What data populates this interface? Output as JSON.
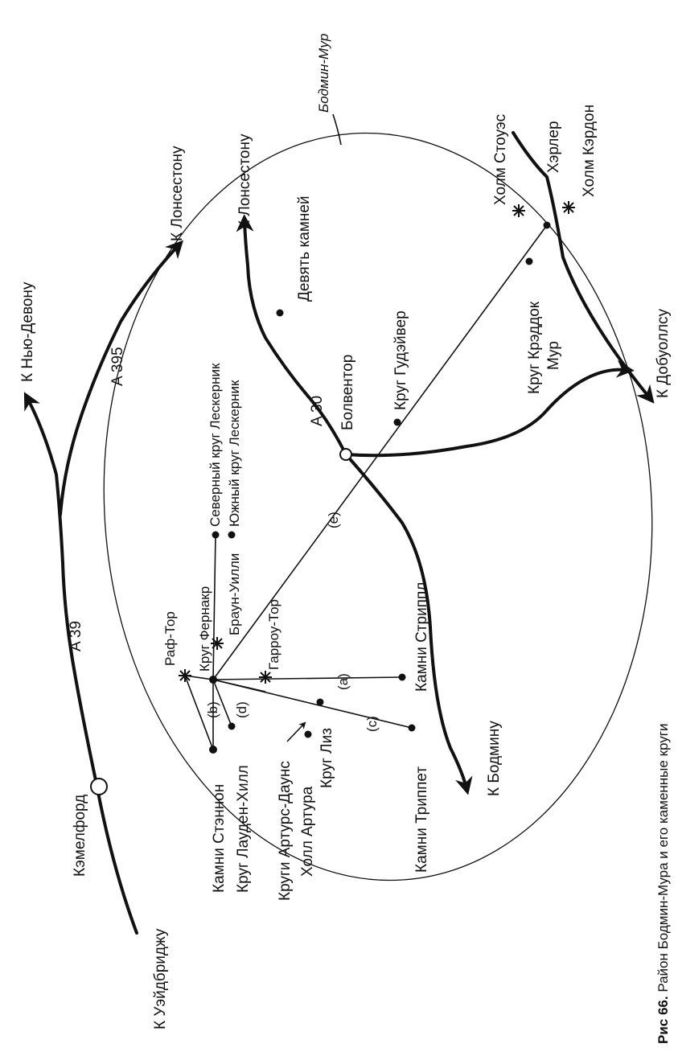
{
  "labels": {
    "bodmin_moor": "Бодмин-Мур",
    "to_launceston_top": "К Лонсестону",
    "to_launceston_mid": "К Лонсестону",
    "to_new_devon": "К Нью-Девону",
    "a395": "A 395",
    "a39": "A 39",
    "camelford": "Кэмелфорд",
    "to_wadebridge": "К Уэйдбриджу",
    "nine_stones": "Девять камней",
    "a30": "A 30",
    "bolventor": "Болвентор",
    "goodaver": "Круг Гудэйвер",
    "craddock_1": "Круг Крэддок",
    "craddock_2": "Мур",
    "stowes_hill": "Холм Стоуэс",
    "hurlers": "Хэрлер",
    "caradon_hill": "Холм Кэрдон",
    "to_dobwalls": "К Добуоллсу",
    "to_bodmin": "К Бодмину",
    "north_leskernick": "Северный круг Лескерник",
    "south_leskernick": "Южный круг Лескерник",
    "brown_willy": "Браун-Уилли",
    "fernacre": "Круг Фернакр",
    "rough_tor": "Раф-Тор",
    "garrow_tor": "Гарроу-Тор",
    "stripple": "Камни Стриппл",
    "stannon": "Камни Стэннон",
    "louden_hill": "Круг Лауден-Хилл",
    "kings_arthurs_downs": "Круги Артурс-Даунс",
    "arthurs_hall": "Холл Артура",
    "leaze": "Круг Лиз",
    "trippet": "Камни Триппет",
    "line_a": "(a)",
    "line_b": "(b)",
    "line_c": "(c)",
    "line_d": "(d)",
    "line_e": "(e)"
  },
  "caption": {
    "number": "Рис 66.",
    "text": " Район Бодмин-Мура и его каменные круги"
  }
}
